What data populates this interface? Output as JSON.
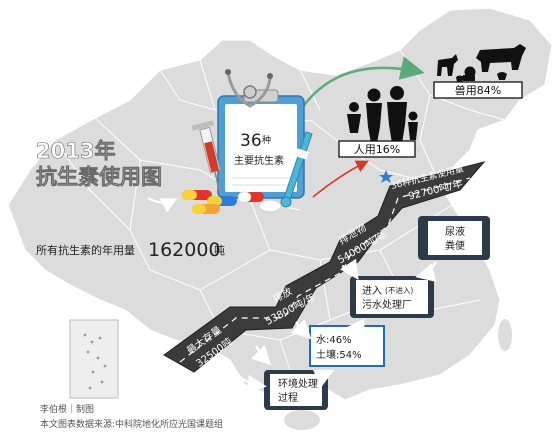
{
  "title": {
    "line1": "2013年",
    "line2": "抗生素使用图"
  },
  "total": {
    "label": "所有抗生素的年用量",
    "value": "162000",
    "unit": "吨"
  },
  "clipboard": {
    "count": "36",
    "count_unit": "种",
    "caption": "主要抗生素"
  },
  "uses": {
    "human": "人用16%",
    "veterinary": "兽用84%"
  },
  "stair": {
    "step1": {
      "line1": "最大存量",
      "line2": "32500吨"
    },
    "step2": {
      "line1": "排放",
      "line2": "53800吨/年"
    },
    "step3": {
      "line1": "排泄物",
      "line2": "54000吨/年"
    },
    "step4": {
      "line1": "36种抗生素使用量",
      "line2": "92700吨/年"
    }
  },
  "flow_boxes": {
    "excreta": {
      "line1": "尿液",
      "line2": "粪便"
    },
    "treatment": {
      "line1": "进入",
      "line1_small": "(不进入)",
      "line2": "污水处理厂"
    },
    "media": {
      "line1": "水:46%",
      "line2": "土壤:54%"
    },
    "process": {
      "line1": "环境处理",
      "line2": "过程"
    }
  },
  "credits": {
    "author": "李伯根｜制图",
    "source": "本文图表数据来源:中科院地化所应光国课题组"
  },
  "colors": {
    "map_fill": "#dcdcdc",
    "map_stroke": "#ffffff",
    "road": "#3b3b3b",
    "road_stripe": "#ffffff",
    "accent_green": "#5ca97b",
    "accent_red": "#d23b2a",
    "box_border": "#1f6fb0",
    "phone_frame": "#2d3a4a"
  },
  "icons": {
    "pills": "pill-capsules-icon",
    "syringe": "syringe-icon",
    "thermometer": "thermometer-icon",
    "stethoscope": "stethoscope-icon",
    "family": "family-icon",
    "livestock": "livestock-icon",
    "star": "star-icon"
  }
}
